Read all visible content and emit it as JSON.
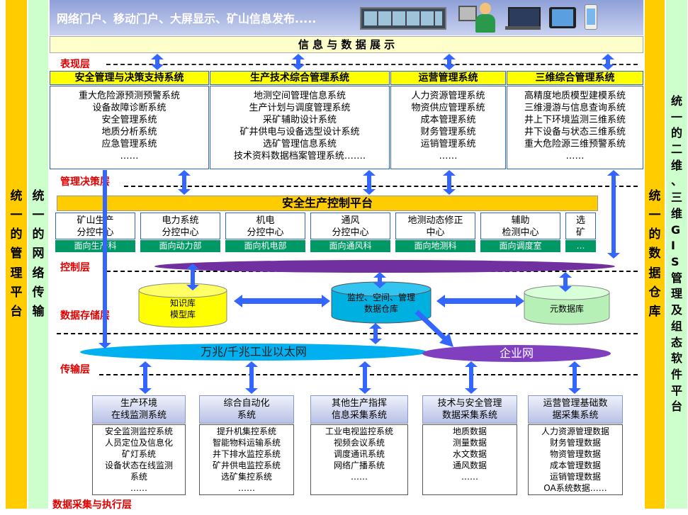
{
  "left_outer": "统一的管理平台",
  "left_inner": "统一的网络传输",
  "right_inner": "统一的数据仓库",
  "right_outer": "统一的二维、三维GIS管理及组态软件平台",
  "banner": "网络门户、移动门户、大屏显示、矿山信息发布.....",
  "info_title": "信 息 与 数 据 展 示",
  "layers": {
    "presentation": "表现层",
    "management": "管理决策层",
    "control": "控制层",
    "storage": "数据存储层",
    "transport": "传输层",
    "collection": "数据采集与执行层"
  },
  "systems": [
    {
      "title": "安全管理与决策支持系统",
      "items": [
        "重大危险源预测预警系统",
        "设备故障诊断系统",
        "安全管理系统",
        "地质分析系统",
        "应急管理系统",
        "……"
      ]
    },
    {
      "title": "生产技术综合管理系统",
      "items": [
        "地测空间管理信息系统",
        "生产计划与调度管理系统",
        "采矿辅助设计系统",
        "矿井供电与设备选型设计系统",
        "选矿管理信息系统",
        "技术资料数据档案管理系统……."
      ]
    },
    {
      "title": "运营管理系统",
      "items": [
        "人力资源管理系统",
        "物资供应管理系统",
        "成本管理系统",
        "财务管理系统",
        "运销管理系统",
        "……"
      ]
    },
    {
      "title": "三维综合管理系统",
      "items": [
        "高精度地质模型建模系统",
        "三维漫游与信息查询系统",
        "井上下环境监测三维系统",
        "井下设备与状态三维系统",
        "重大危险源三维预警系统",
        "……"
      ]
    }
  ],
  "platform_title": "安全生产控制平台",
  "control_centers": [
    {
      "name": "矿山生产\n分控中心",
      "dept": "面向生产科"
    },
    {
      "name": "电力系统\n分控中心",
      "dept": "面向动力部"
    },
    {
      "name": "机电\n分控中心",
      "dept": "面向机电部"
    },
    {
      "name": "通风\n分控中心",
      "dept": "面向通风科"
    },
    {
      "name": "地测动态修正\n中心",
      "dept": "面向地测科"
    },
    {
      "name": "辅助\n检测中心",
      "dept": "面向调度室"
    },
    {
      "name": "选\n矿",
      "dept": "…"
    }
  ],
  "databases": {
    "knowledge": "知识库\n模型库",
    "warehouse": "监控、空间、管理\n数据仓库",
    "meta": "元数据库"
  },
  "networks": {
    "industrial": "万兆/千兆工业以太网",
    "enterprise": "企业网"
  },
  "collection": [
    {
      "title": "生产环境\n在线监测系统",
      "items": [
        "安全监测监控系统",
        "人员定位及信息化",
        "矿灯系统",
        "设备状态在线监测",
        "系统",
        "……"
      ]
    },
    {
      "title": "综合自动化\n系统",
      "items": [
        "提升机集控系统",
        "智能物料运输系统",
        "井下排水监控系统",
        "矿井供电监控系统",
        "选矿集控系统",
        "……"
      ]
    },
    {
      "title": "其他生产指挥\n信息采集系统",
      "items": [
        "工业电视监控系统",
        "视频会议系统",
        "调度通讯系统",
        "网络广播系统",
        "……"
      ]
    },
    {
      "title": "技术与安全管理\n数据采集系统",
      "items": [
        "地质数据",
        "测量数据",
        "水文数据",
        "通风数据",
        "……"
      ]
    },
    {
      "title": "运营管理基础数\n据采集系统",
      "items": [
        "人力资源管理数据",
        "财务管理数据",
        "物资管理数据",
        "成本管理数据",
        "运销管理数据",
        "OA系统数据……"
      ]
    }
  ],
  "colors": {
    "yellow": "#ffcc00",
    "mint": "#ccffcc",
    "blue_arrow": "#3366ff",
    "platform": "#ffcc00",
    "bus": "#7030a0",
    "net": "#00b0f0",
    "enterprise_net": "#7f3fbf"
  }
}
